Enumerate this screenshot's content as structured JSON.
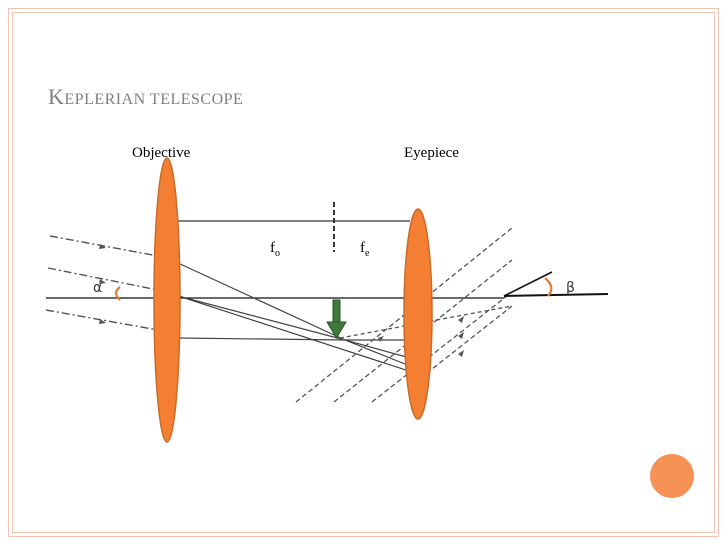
{
  "slide": {
    "title_first_letter": "K",
    "title_rest": "eplerian telescope"
  },
  "labels": {
    "objective": "Objective",
    "eyepiece": "Eyepiece",
    "fo_main": "f",
    "fo_sub": "o",
    "fe_main": "f",
    "fe_sub": "e",
    "alpha": "α",
    "beta": "β"
  },
  "colors": {
    "lens": "#f47f32",
    "lens_stroke": "#c96b2a",
    "arrow": "#3f7a3a",
    "frame": "#f2c2b0",
    "title": "#7f7f7f",
    "corner_dot": "#f79256"
  }
}
